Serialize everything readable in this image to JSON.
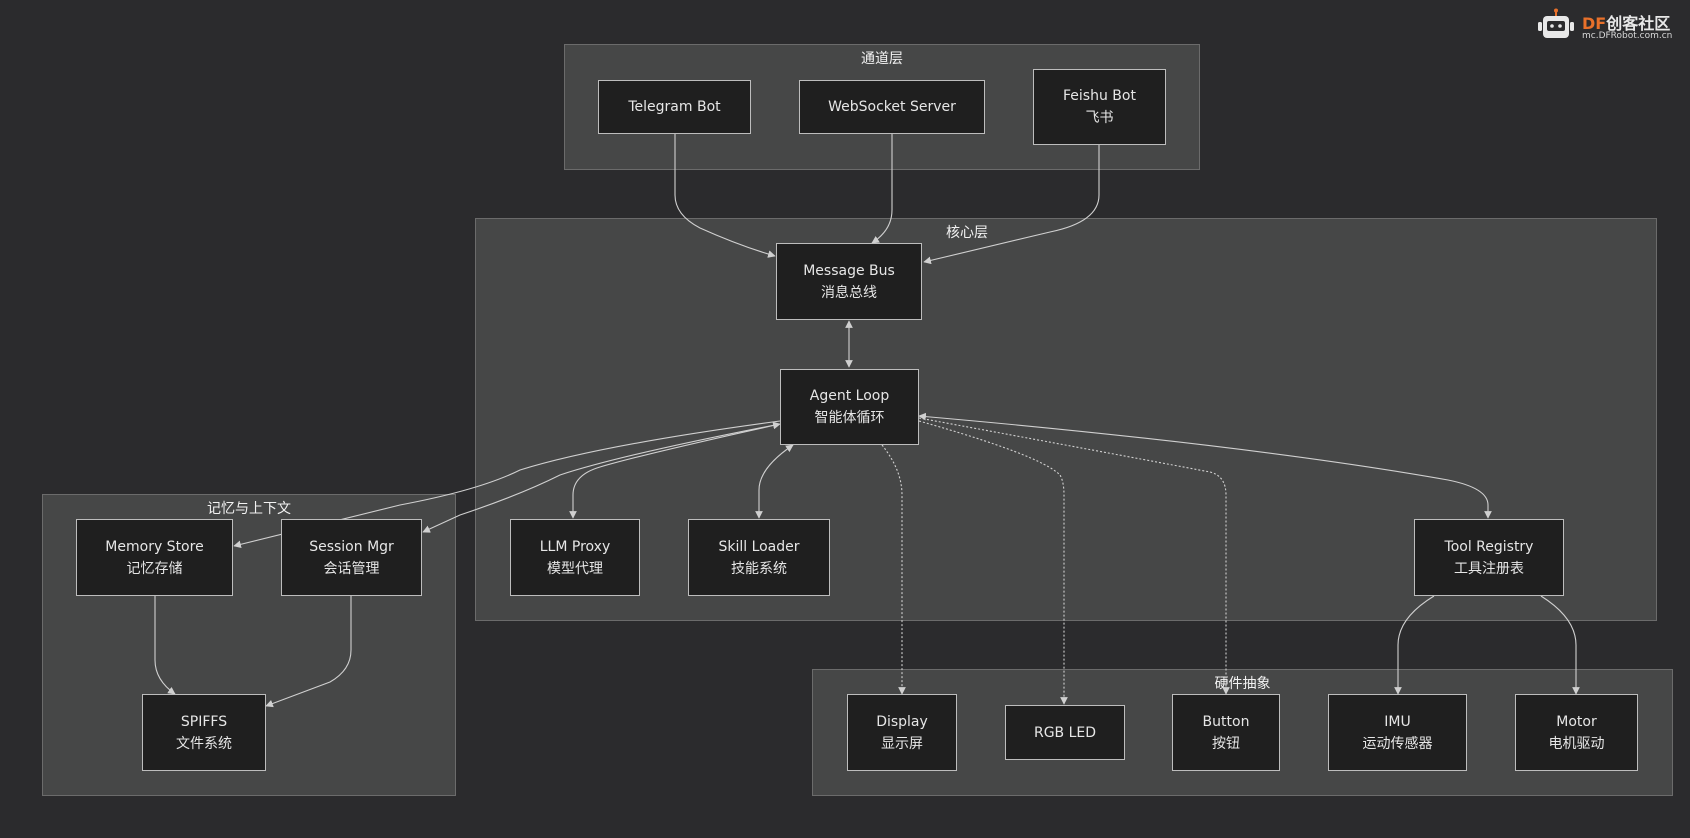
{
  "groups": {
    "channel": "通道层",
    "core": "核心层",
    "memory": "记忆与上下文",
    "hardware": "硬件抽象"
  },
  "nodes": {
    "telegram": {
      "line1": "Telegram Bot",
      "line2": ""
    },
    "websocket": {
      "line1": "WebSocket Server",
      "line2": ""
    },
    "feishu": {
      "line1": "Feishu Bot",
      "line2": "飞书"
    },
    "bus": {
      "line1": "Message Bus",
      "line2": "消息总线"
    },
    "agent": {
      "line1": "Agent Loop",
      "line2": "智能体循环"
    },
    "llm": {
      "line1": "LLM Proxy",
      "line2": "模型代理"
    },
    "skill": {
      "line1": "Skill Loader",
      "line2": "技能系统"
    },
    "tool": {
      "line1": "Tool Registry",
      "line2": "工具注册表"
    },
    "memory": {
      "line1": "Memory Store",
      "line2": "记忆存储"
    },
    "session": {
      "line1": "Session Mgr",
      "line2": "会话管理"
    },
    "spiffs": {
      "line1": "SPIFFS",
      "line2": "文件系统"
    },
    "display": {
      "line1": "Display",
      "line2": "显示屏"
    },
    "rgb": {
      "line1": "RGB LED",
      "line2": ""
    },
    "button": {
      "line1": "Button",
      "line2": "按钮"
    },
    "imu": {
      "line1": "IMU",
      "line2": "运动传感器"
    },
    "motor": {
      "line1": "Motor",
      "line2": "电机驱动"
    }
  },
  "logo": {
    "brand_prefix": "DF",
    "brand_suffix": "创客社区",
    "url": "mc.DFRobot.com.cn"
  },
  "colors": {
    "background": "#2b2b2d",
    "group_fill": "#464747",
    "node_fill": "#1f1f1f",
    "edge": "#d0d0d0",
    "brand_accent": "#e8702a"
  }
}
